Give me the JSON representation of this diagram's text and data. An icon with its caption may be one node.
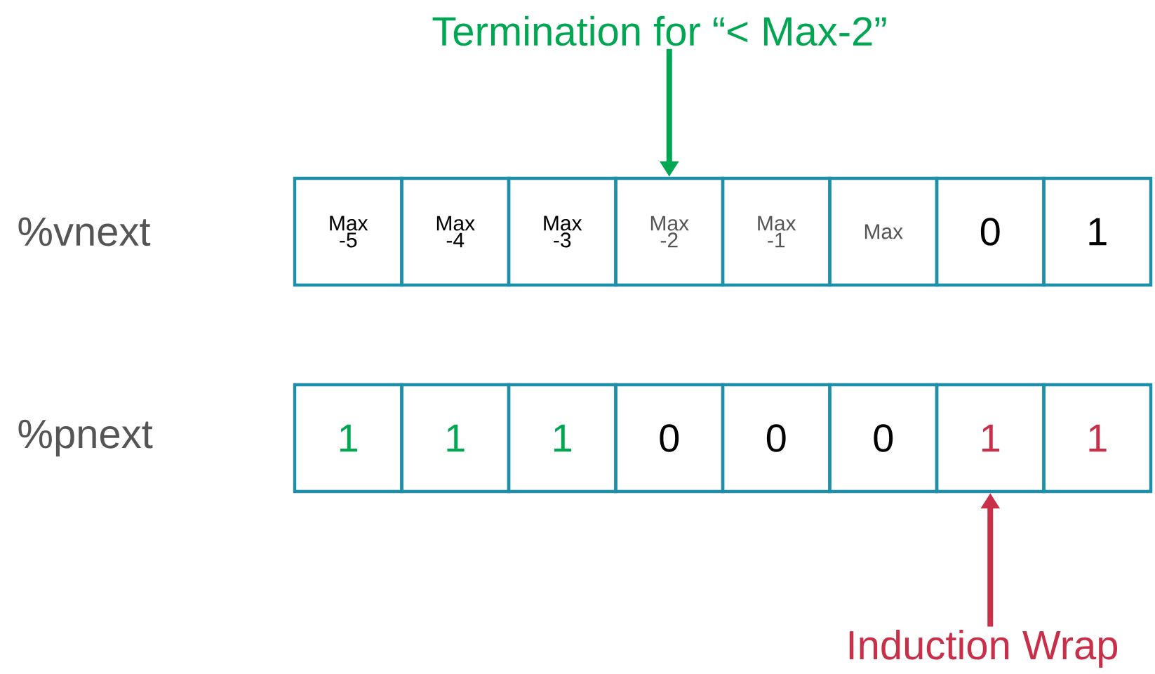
{
  "diagram": {
    "nodes": [
      {
        "text": [
          "Max -5"
        ]
      },
      {
        "text": [
          "Max -4"
        ]
      },
      {
        "text": [
          "Max -3"
        ]
      },
      {
        "text": [
          "Max -2"
        ]
      },
      {
        "text": [
          "Max -1"
        ]
      },
      {
        "text": [
          "Max"
        ]
      },
      {
        "text": [
          "0"
        ]
      },
      {
        "text": [
          "1"
        ]
      },
      {
        "text": [
          "1"
        ]
      },
      {
        "text": [
          "1"
        ]
      },
      {
        "text": [
          "1"
        ]
      },
      {
        "text": [
          "0"
        ]
      },
      {
        "text": [
          "0"
        ]
      },
      {
        "text": [
          "0"
        ]
      },
      {
        "text": [
          "1"
        ]
      },
      {
        "text": [
          "1"
        ]
      },
      {
        "text": [
          "Termination for “< Max-2”"
        ]
      },
      {
        "text": [
          "Induction Wrap"
        ]
      }
    ],
    "edges": [
      {
        "from": 16,
        "to": 3,
        "arrow": "to",
        "color": "#00a651"
      },
      {
        "from": 17,
        "to": 14,
        "arrow": "to",
        "color": "#c8304a"
      }
    ],
    "labels": [
      "%vnext",
      "%pnext"
    ]
  }
}
